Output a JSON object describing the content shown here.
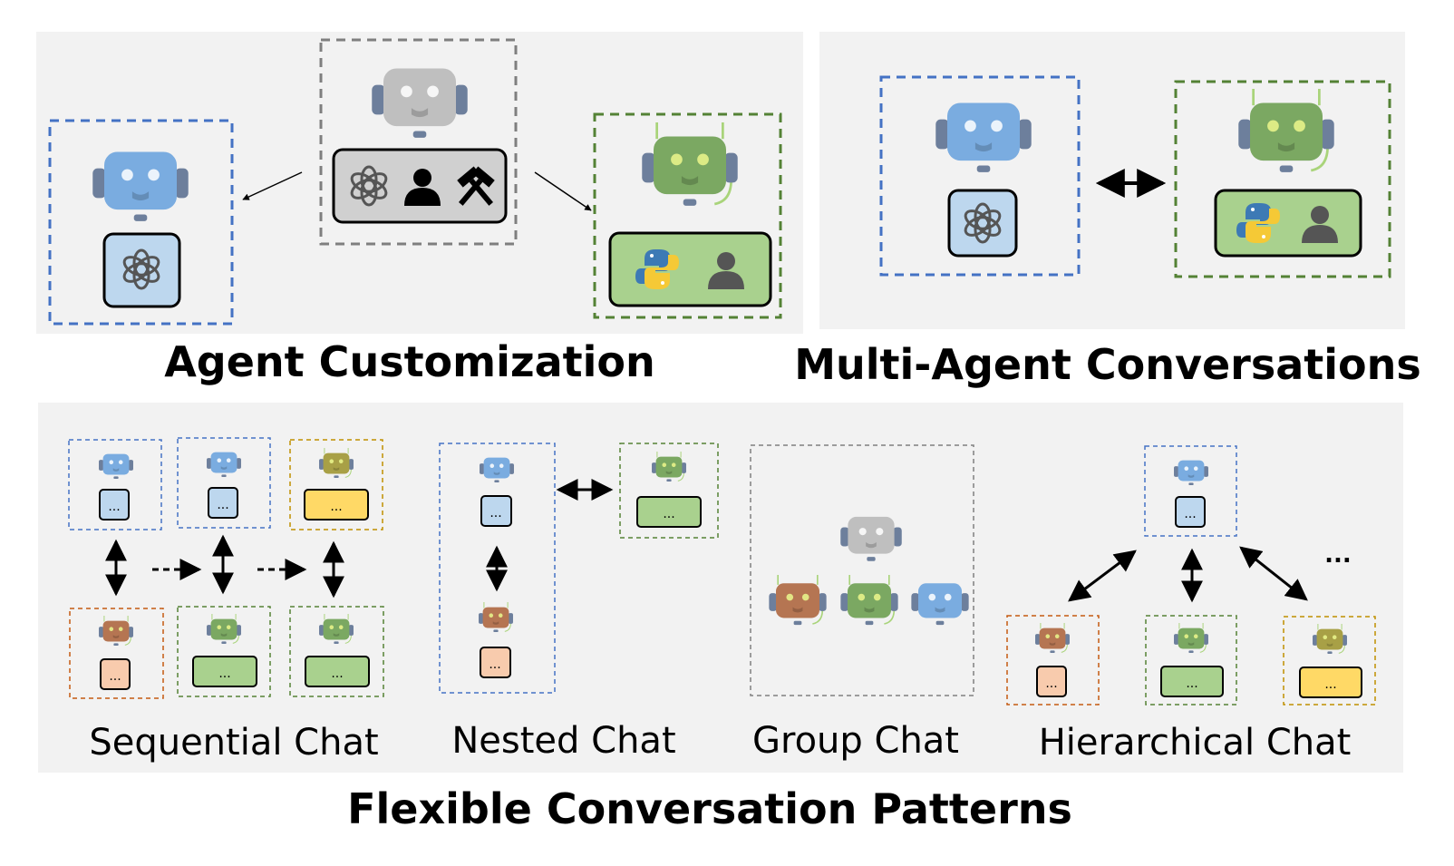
{
  "titles": {
    "agent_customization": "Agent Customization",
    "multi_agent_conversations": "Multi-Agent Conversations",
    "flexible_patterns": "Flexible Conversation Patterns"
  },
  "patterns": {
    "sequential": "Sequential Chat",
    "nested": "Nested Chat",
    "group": "Group Chat",
    "hierarchical": "Hierarchical Chat"
  },
  "ellipsis": "...",
  "more": "...",
  "colors": {
    "panel": "#f2f2f2",
    "blue": "#4472c4",
    "green": "#548235",
    "gray": "#7f7f7f",
    "orange": "#c55a11",
    "yellow": "#bf9000",
    "robot_blue": "#7aace0",
    "robot_green": "#7ba862",
    "robot_gray": "#bfbfbf",
    "robot_brown": "#b57552",
    "robot_olive": "#a8a046",
    "card_blue": "#bdd7ee",
    "card_green": "#a9d18e",
    "card_gray": "#d0d0d0",
    "card_orange": "#f8cbad",
    "card_yellow": "#ffd966"
  },
  "icons": [
    "robot-icon",
    "openai-icon",
    "person-icon",
    "tools-icon",
    "python-icon"
  ]
}
